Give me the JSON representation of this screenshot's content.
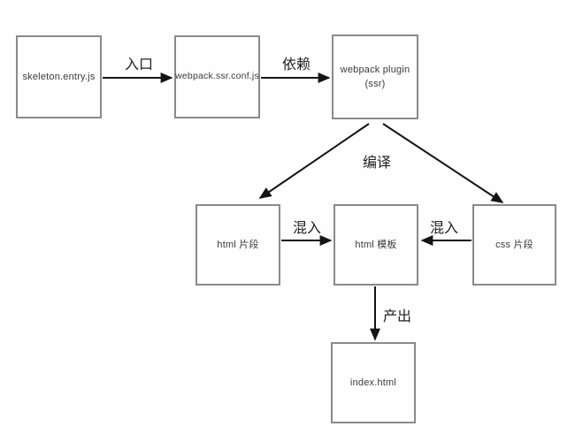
{
  "diagram": {
    "nodes": {
      "skeleton_entry": {
        "label": "skeleton.entry.js"
      },
      "webpack_ssr_conf": {
        "label": "webpack.ssr.conf.js"
      },
      "webpack_plugin": {
        "label": "webpack plugin",
        "sublabel": "(ssr)"
      },
      "html_fragment": {
        "label": "html 片段"
      },
      "html_template": {
        "label": "html 模板"
      },
      "css_fragment": {
        "label": "css 片段"
      },
      "index_html": {
        "label": "index.html"
      }
    },
    "edges": {
      "entry": {
        "label": "入口",
        "from": "skeleton_entry",
        "to": "webpack_ssr_conf"
      },
      "dependency": {
        "label": "依赖",
        "from": "webpack_ssr_conf",
        "to": "webpack_plugin"
      },
      "compile": {
        "label": "编译",
        "from": "webpack_plugin",
        "to": "html_fragment / css_fragment"
      },
      "mixin_left": {
        "label": "混入",
        "from": "html_fragment",
        "to": "html_template"
      },
      "mixin_right": {
        "label": "混入",
        "from": "css_fragment",
        "to": "html_template"
      },
      "output": {
        "label": "产出",
        "from": "html_template",
        "to": "index_html"
      }
    },
    "colors": {
      "background": "#fefefe",
      "box_border": "#8a8a8a",
      "arrow": "#141414",
      "node_text": "#3a3a3a",
      "edge_label_text": "#1f1f1f"
    }
  }
}
